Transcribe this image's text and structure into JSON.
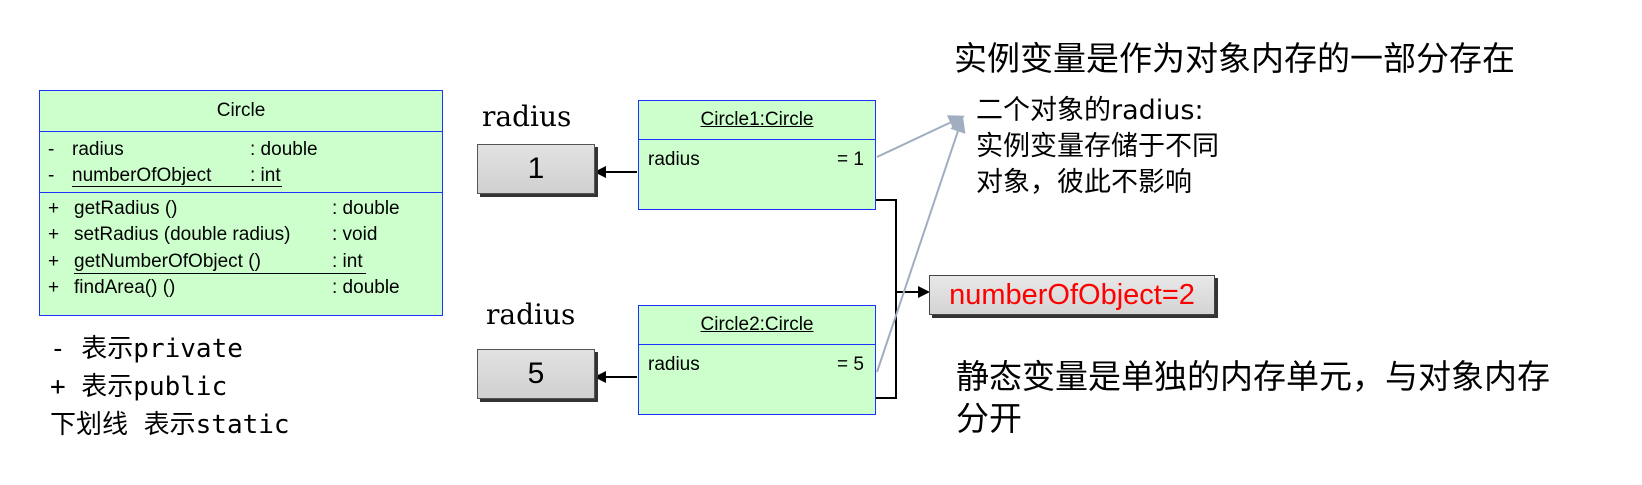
{
  "class_box": {
    "title": "Circle",
    "attributes": [
      {
        "symbol": "-",
        "name": "radius",
        "type": ": double"
      },
      {
        "symbol": "-",
        "name": "numberOfObject",
        "type": ": int"
      }
    ],
    "operations": [
      {
        "symbol": "+",
        "name": "getRadius ()",
        "type": ": double"
      },
      {
        "symbol": "+",
        "name": "setRadius (double radius)",
        "type": ": void"
      },
      {
        "symbol": "+",
        "name": "getNumberOfObject ()",
        "type": ": int"
      },
      {
        "symbol": "+",
        "name": "findArea() ()",
        "type": ": double"
      }
    ]
  },
  "legend": [
    "- 表示private",
    "+ 表示public",
    "下划线 表示static"
  ],
  "objects": [
    {
      "header": "Circle1:Circle",
      "field": "radius",
      "value": "= 1",
      "var_label": "radius",
      "var_value": "1"
    },
    {
      "header": "Circle2:Circle",
      "field": "radius",
      "value": "= 5",
      "var_label": "radius",
      "var_value": "5"
    }
  ],
  "static_box": "numberOfObject=2",
  "notes": {
    "instance_title": "实例变量是作为对象内存的一部分存在",
    "instance_detail": [
      "二个对象的radius:",
      "实例变量存储于不同",
      "对象，彼此不影响"
    ],
    "static_note": [
      "静态变量是单独的内存单元，与对象内存",
      "分开"
    ]
  },
  "colors": {
    "uml_fill": "#ccffcc",
    "uml_border": "#1a33ff",
    "static_text": "#ff0000",
    "pointer_line": "#a0aec0"
  }
}
